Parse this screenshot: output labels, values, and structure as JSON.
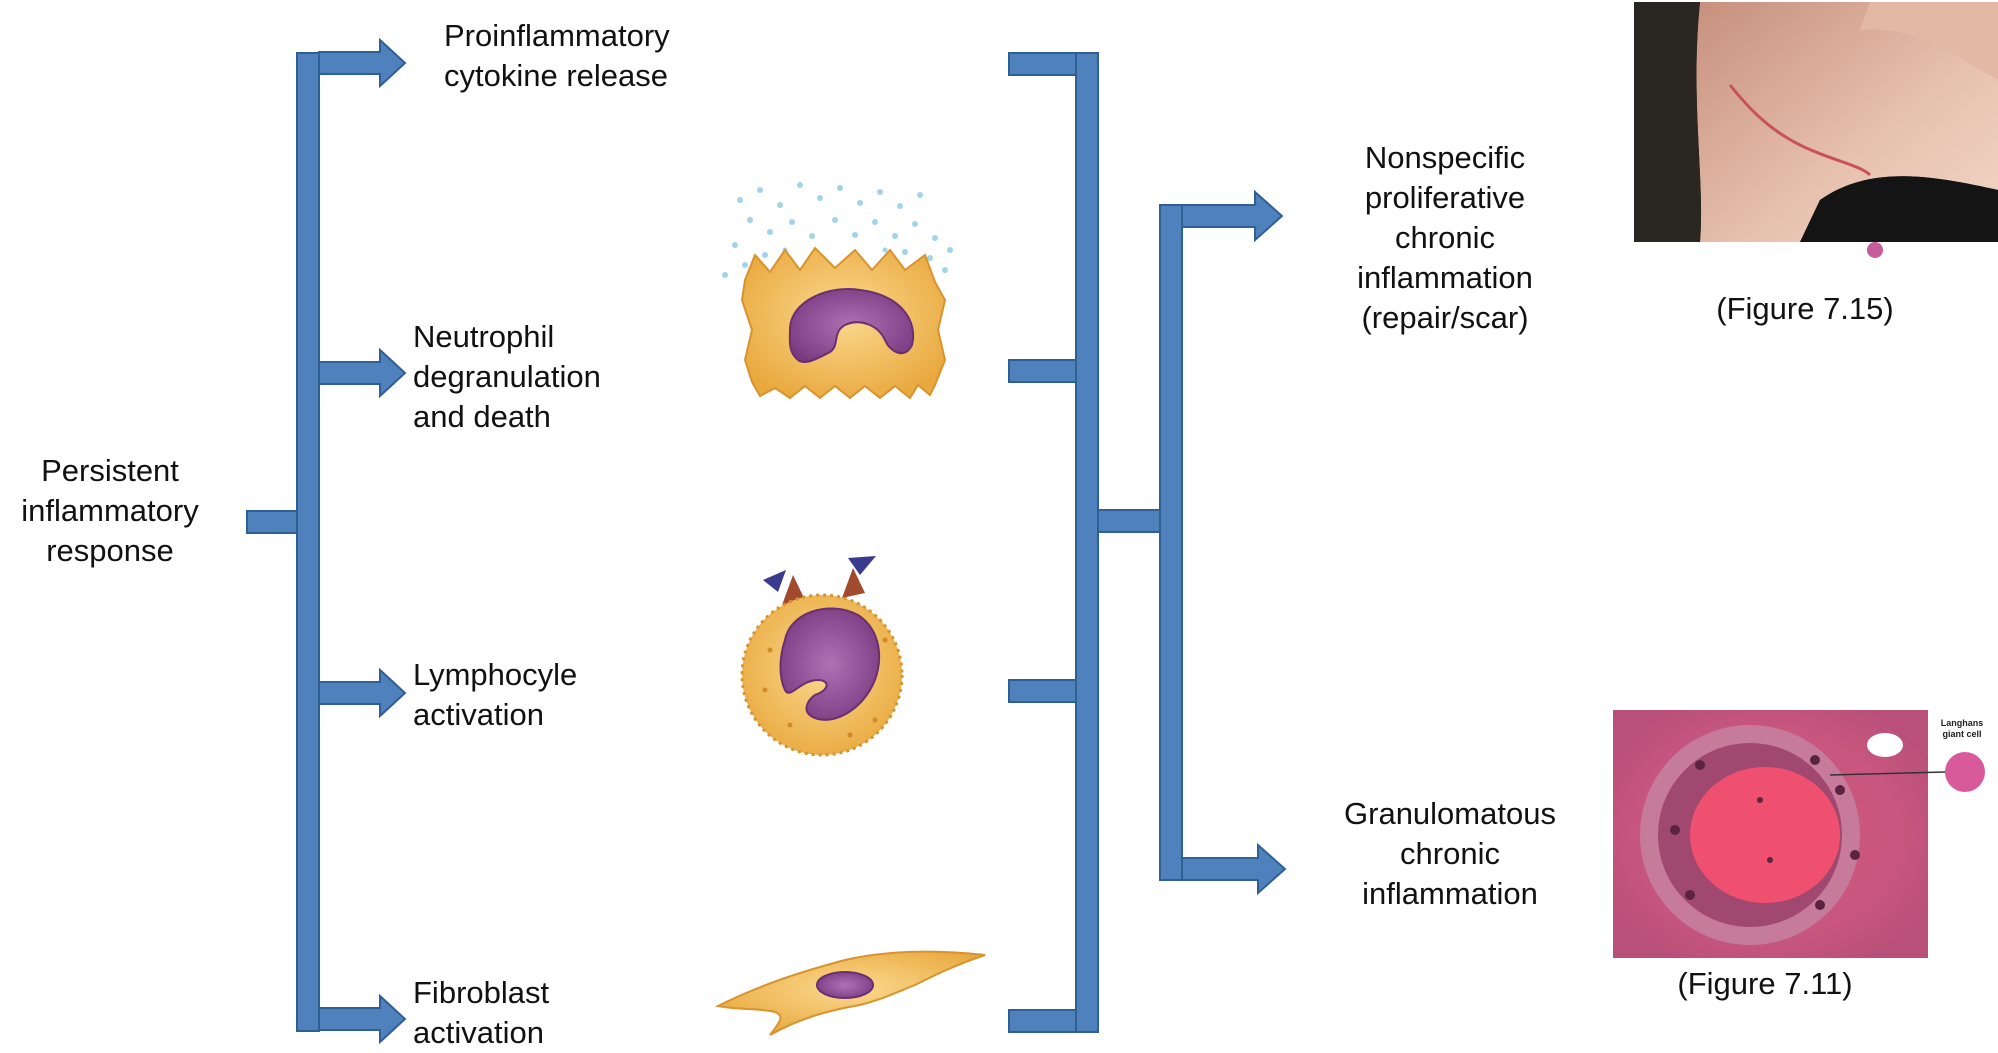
{
  "source": {
    "text": "Persistent\ninflammatory\nresponse"
  },
  "responses": [
    {
      "id": "cytokine",
      "text": "Proinflammatory\ncytokine release"
    },
    {
      "id": "neutrophil",
      "text": "Neutrophil\ndegranulation\nand death"
    },
    {
      "id": "lymphocyte",
      "text": "Lymphocyle\nactivation"
    },
    {
      "id": "fibroblast",
      "text": "Fibroblast\nactivation"
    }
  ],
  "outcomes": [
    {
      "id": "nonspecific",
      "text": "Nonspecific\nproliferative\nchronic\ninflammation\n(repair/scar)",
      "figure": "(Figure 7.15)"
    },
    {
      "id": "granulomatous",
      "text": "Granulomatous\nchronic\ninflammation",
      "figure": "(Figure 7.11)",
      "inset_label": "Langhans\ngiant cell"
    }
  ],
  "colors": {
    "arrow_fill": "#4f81bd",
    "arrow_stroke": "#2f5f95",
    "cell_body": "#f5c063",
    "nucleus": "#8e4a93",
    "granule": "#9fd4ea",
    "histology": "#d45a80"
  }
}
